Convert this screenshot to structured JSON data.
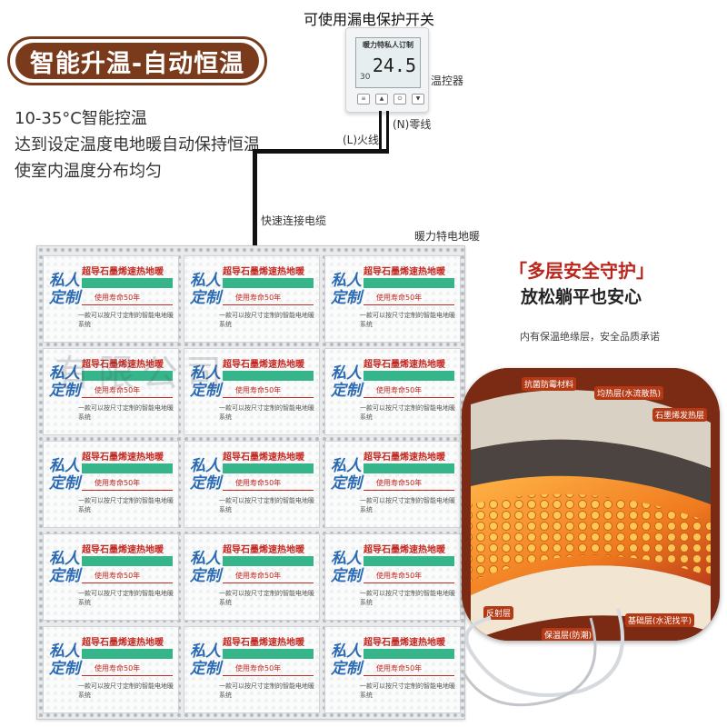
{
  "badge": {
    "title": "智能升温-自动恒温"
  },
  "description": {
    "lines": [
      "10-35°C智能控温",
      "达到设定温度电地暖自动保持恒温",
      "使室内温度分布均匀"
    ]
  },
  "thermostat": {
    "top_label": "可使用漏电保护开关",
    "brand": "暖力特私人订制",
    "temperature": "24.5",
    "set_value": "30",
    "side_label": "温控器",
    "live_wire": "(L)火线",
    "neutral_wire": "(N)零线"
  },
  "cable_label": "快速连接电缆",
  "mat": {
    "label": "暖力特电地暖",
    "watermark": "有限公司",
    "tile": {
      "mark": "私人定制",
      "title": "超导石墨烯速热地暖",
      "life": "使用寿命50年",
      "footer": "一款可以按尺寸定制的智能电地暖系统"
    }
  },
  "safety": {
    "title": "「多层安全守护」",
    "subtitle": "放松躺平也安心",
    "note": "内有保温绝缘层，安全品质承诺",
    "layers": [
      "抗菌防霉材料",
      "均热层(水流散热)",
      "石墨烯发热层",
      "反射层",
      "保温层(防潮)",
      "基础层(水泥找平)"
    ]
  },
  "colors": {
    "brand_brown": "#7a3a1c",
    "accent_red": "#b8261c",
    "tile_green": "#36b58a"
  }
}
